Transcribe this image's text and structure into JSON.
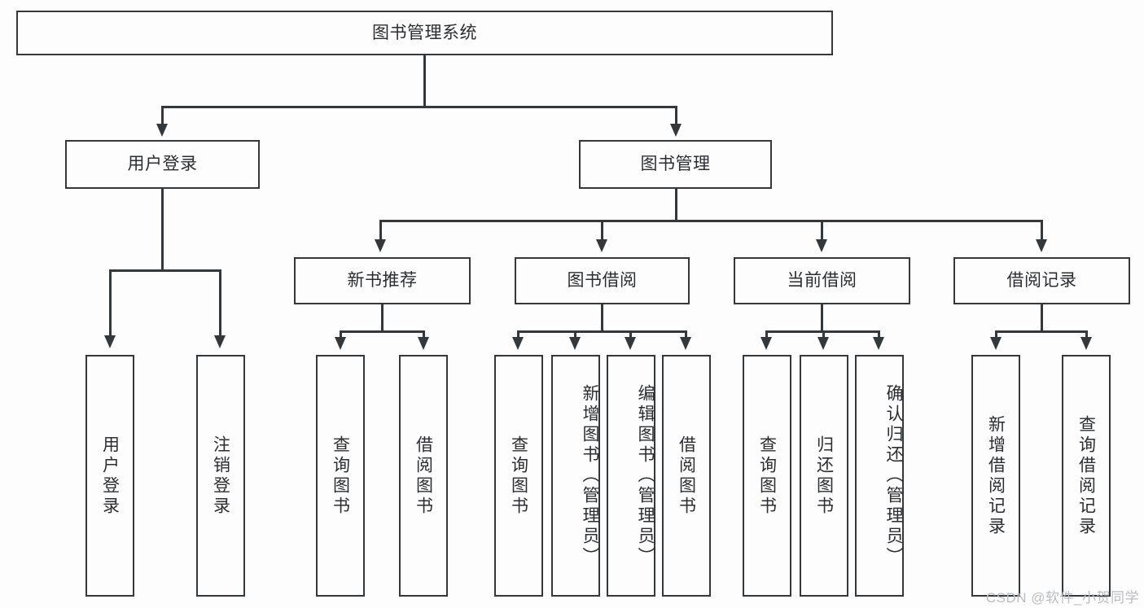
{
  "diagram": {
    "title_node": {
      "label": "图书管理系统"
    },
    "level2": [
      {
        "id": "user-login",
        "label": "用户登录"
      },
      {
        "id": "book-management",
        "label": "图书管理"
      }
    ],
    "level3": [
      {
        "id": "new-book-recommend",
        "label": "新书推荐"
      },
      {
        "id": "book-borrow",
        "label": "图书借阅"
      },
      {
        "id": "current-borrow",
        "label": "当前借阅"
      },
      {
        "id": "borrow-record",
        "label": "借阅记录"
      }
    ],
    "leaves": {
      "user_login": [
        {
          "id": "leaf-user-login",
          "label": "用户登录"
        },
        {
          "id": "leaf-logout-login",
          "label": "注销登录"
        }
      ],
      "new_book_recommend": [
        {
          "id": "leaf-query-book-1",
          "label": "查询图书"
        },
        {
          "id": "leaf-borrow-book-1",
          "label": "借阅图书"
        }
      ],
      "book_borrow": [
        {
          "id": "leaf-query-book-2",
          "label": "查询图书"
        },
        {
          "id": "leaf-add-book",
          "label": "新增图书（管理员）"
        },
        {
          "id": "leaf-edit-book",
          "label": "编辑图书（管理员）"
        },
        {
          "id": "leaf-borrow-book-2",
          "label": "借阅图书"
        }
      ],
      "current_borrow": [
        {
          "id": "leaf-query-book-3",
          "label": "查询图书"
        },
        {
          "id": "leaf-return-book",
          "label": "归还图书"
        },
        {
          "id": "leaf-confirm-return",
          "label": "确认归还（管理员）"
        }
      ],
      "borrow_record": [
        {
          "id": "leaf-add-record",
          "label": "新增借阅记录"
        },
        {
          "id": "leaf-query-record",
          "label": "查询借阅记录"
        }
      ]
    }
  },
  "watermark": {
    "text": "CSDN @软件_小贺同学"
  },
  "colors": {
    "line": "#35383b",
    "text": "#2b2d30",
    "background": "#fdfdfd",
    "watermark": "#b9bcc0"
  }
}
